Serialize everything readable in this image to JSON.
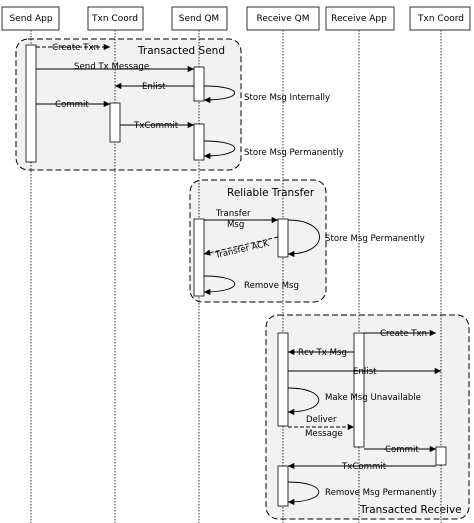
{
  "participants": [
    {
      "id": "send_app",
      "label": "Send App"
    },
    {
      "id": "txn_coord_1",
      "label": "Txn Coord"
    },
    {
      "id": "send_qm",
      "label": "Send QM"
    },
    {
      "id": "receive_qm",
      "label": "Receive QM"
    },
    {
      "id": "receive_app",
      "label": "Receive App"
    },
    {
      "id": "txn_coord_2",
      "label": "Txn Coord"
    }
  ],
  "groups": [
    {
      "label": "Transacted Send"
    },
    {
      "label": "Reliable Transfer"
    },
    {
      "label": "Transacted Receive"
    }
  ],
  "messages": [
    {
      "label": "Create Txn"
    },
    {
      "label": "Send Tx Message"
    },
    {
      "label": "Enlist"
    },
    {
      "label": "Store Msg Internally"
    },
    {
      "label": "Commit"
    },
    {
      "label": "TxCommit"
    },
    {
      "label": "Store Msg Permanently"
    },
    {
      "label_line1": "Transfer",
      "label_line2": "Msg"
    },
    {
      "label": "Store Msg Permanently"
    },
    {
      "label": "Transfer ACK"
    },
    {
      "label": "Remove Msg"
    },
    {
      "label": "Create Txn"
    },
    {
      "label": "Rcv Tx Msg"
    },
    {
      "label": "Enlist"
    },
    {
      "label": "Make Msg Unavailable"
    },
    {
      "label_line1": "Deliver",
      "label_line2": "Message"
    },
    {
      "label": "Commit"
    },
    {
      "label": "TxCommit"
    },
    {
      "label": "Remove Msg Permanently"
    }
  ],
  "colors": {
    "line": "#000000",
    "group_fill": "#f2f2f2",
    "box_fill": "#ffffff"
  }
}
